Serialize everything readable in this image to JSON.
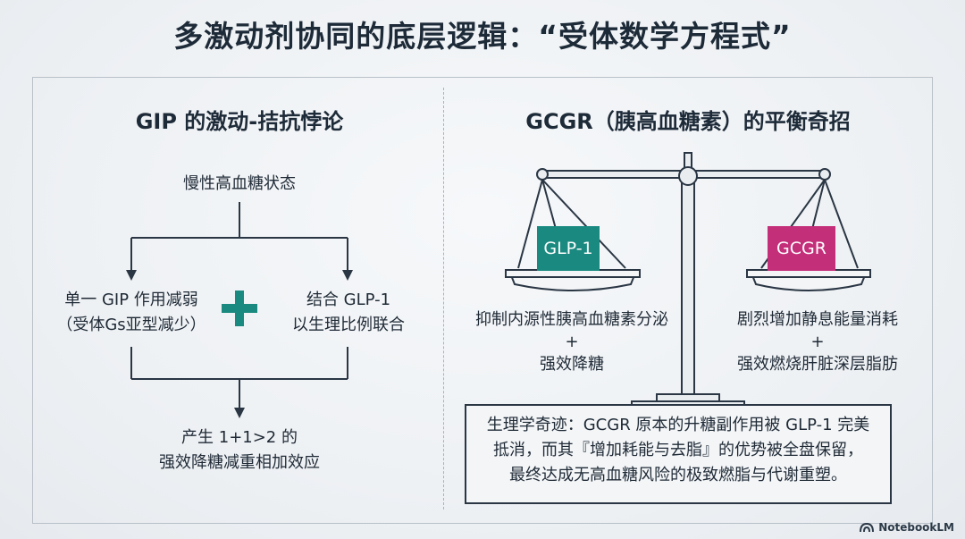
{
  "title": "多激动剂协同的底层逻辑：“受体数学方程式”",
  "left": {
    "heading": "GIP 的激动-拮抗悖论",
    "top_node": "慢性高血糖状态",
    "left_node": {
      "line1": "单一 GIP 作用减弱",
      "line2": "（受体Gs亚型减少）"
    },
    "plus_symbol": "+",
    "right_node": {
      "line1": "结合 GLP-1",
      "line2": "以生理比例联合"
    },
    "result": {
      "line1": "产生 1+1>2 的",
      "line2": "强效降糖减重相加效应"
    }
  },
  "right": {
    "heading": "GCGR（胰高血糖素）的平衡奇招",
    "left_pan_label": "GLP-1",
    "right_pan_label": "GCGR",
    "left_effect": {
      "line1": "抑制内源性胰高血糖素分泌",
      "line2": "+",
      "line3": "强效降糖"
    },
    "right_effect": {
      "line1": "剧烈增加静息能量消耗",
      "line2": "+",
      "line3": "强效燃烧肝脏深层脂肪"
    },
    "callout": {
      "line1": "生理学奇迹：GCGR 原本的升糖副作用被 GLP-1 完美",
      "line2": "抵消，而其『增加耗能与去脂』的优势被全盘保留，",
      "line3": "最终达成无高血糖风险的极致燃脂与代谢重塑。"
    }
  },
  "brand": "NotebookLM",
  "colors": {
    "teal": "#1a8a80",
    "magenta": "#c42f7a",
    "line": "#2a3644"
  }
}
